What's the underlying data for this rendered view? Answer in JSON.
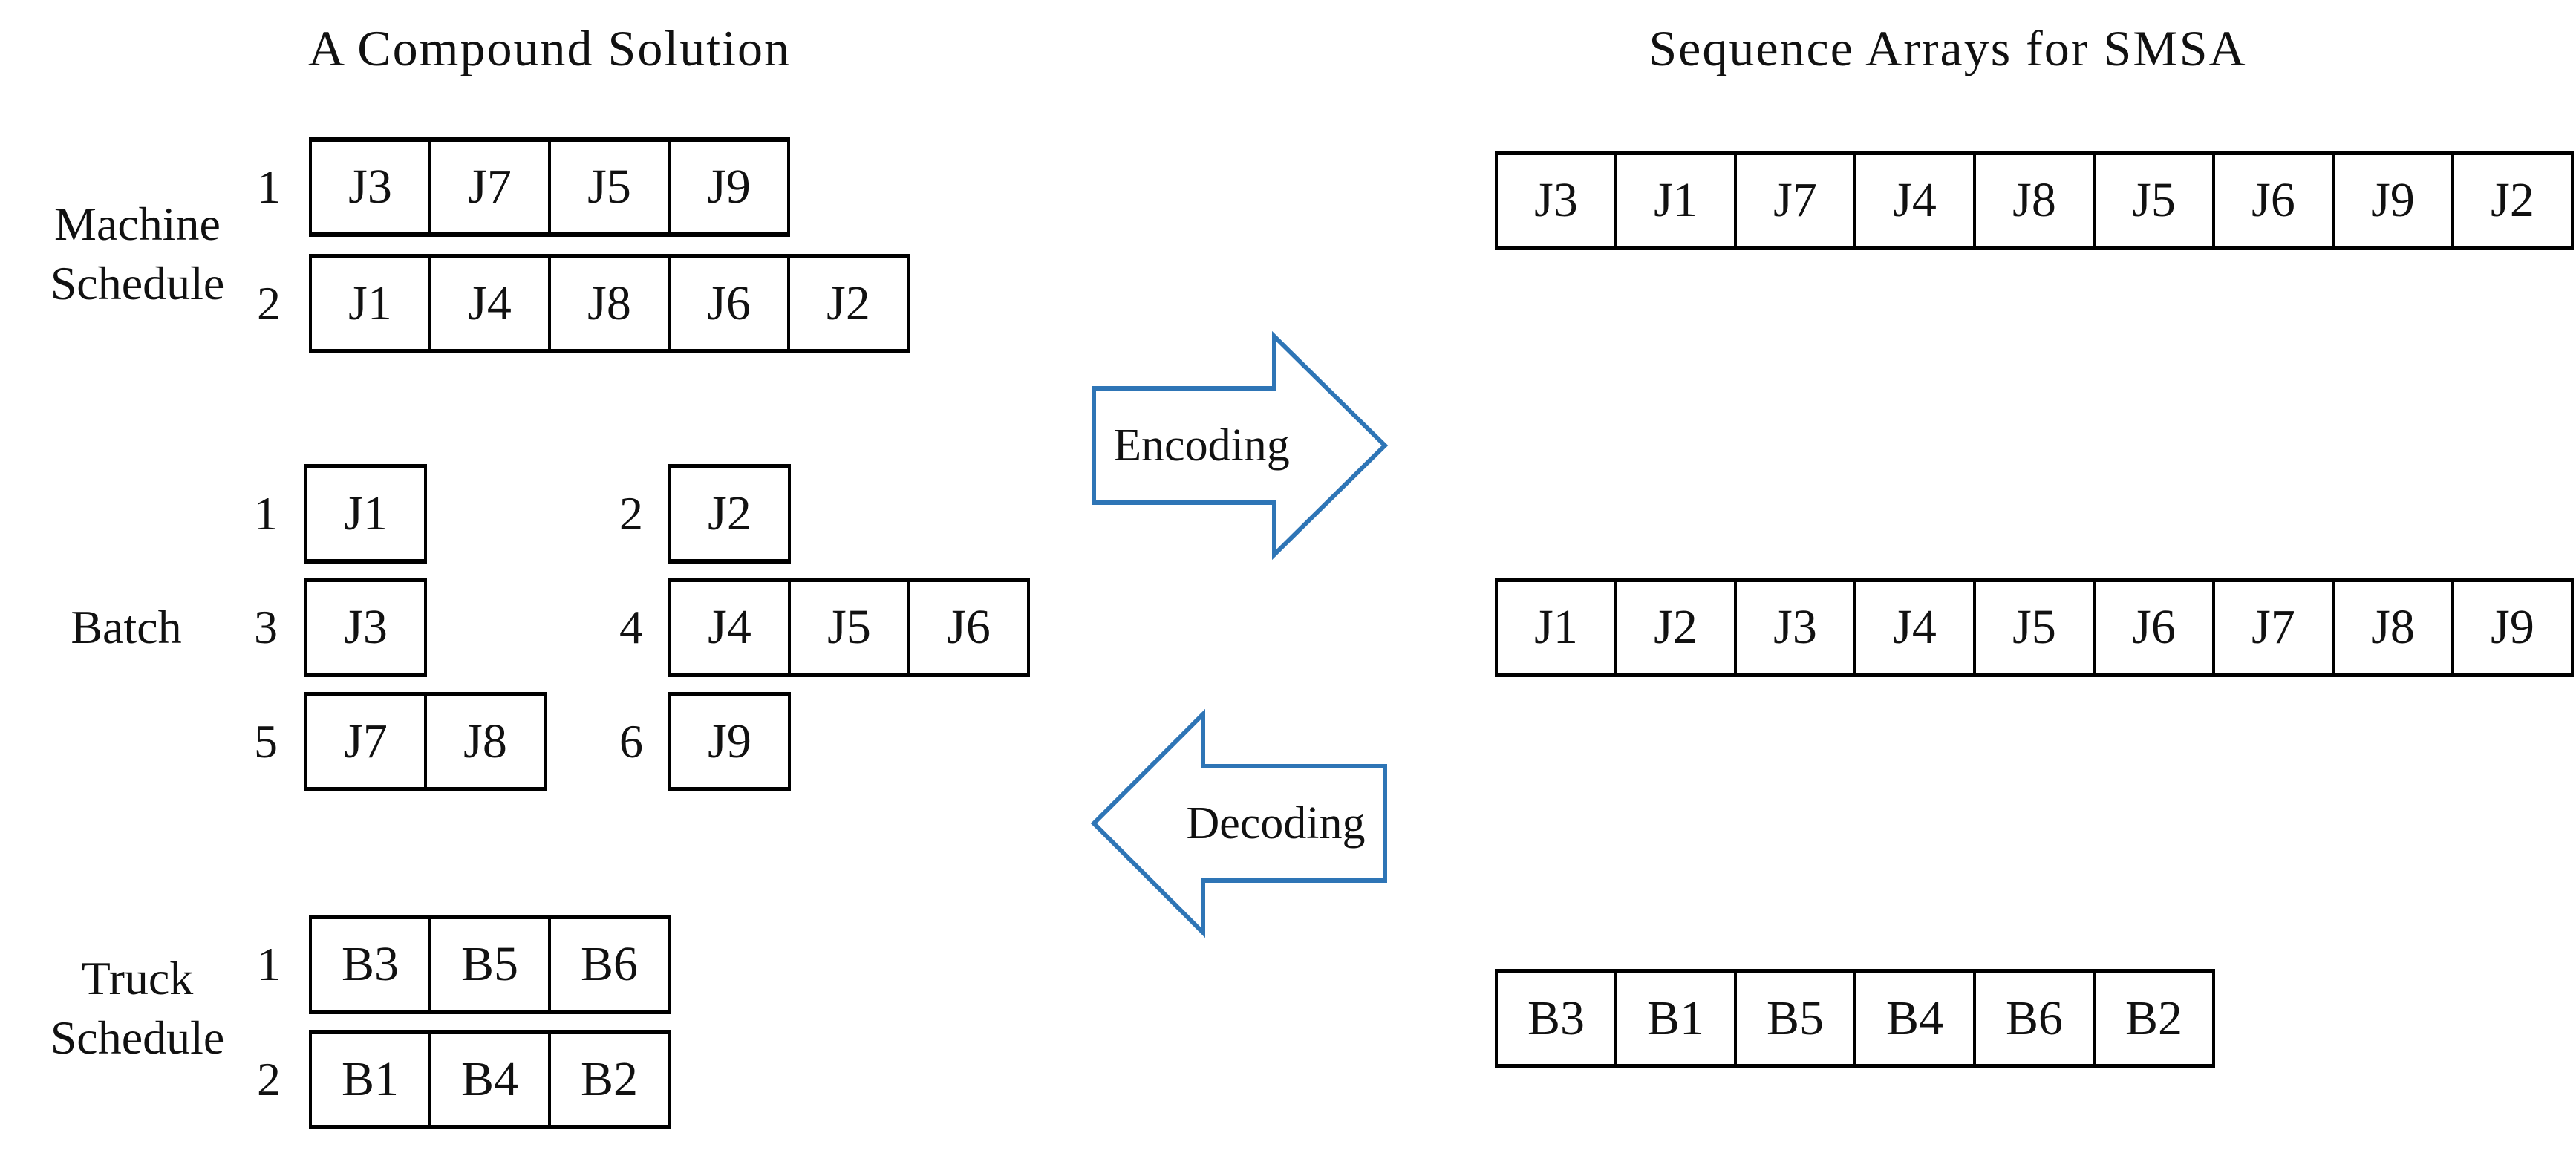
{
  "left": {
    "title": "A Compound Solution",
    "machine_schedule": {
      "label_line1": "Machine",
      "label_line2": "Schedule",
      "rows": [
        {
          "number": "1",
          "cells": [
            "J3",
            "J7",
            "J5",
            "J9"
          ]
        },
        {
          "number": "2",
          "cells": [
            "J1",
            "J4",
            "J8",
            "J6",
            "J2"
          ]
        }
      ]
    },
    "batch": {
      "label": "Batch",
      "groups": [
        {
          "number": "1",
          "cells": [
            "J1"
          ]
        },
        {
          "number": "2",
          "cells": [
            "J2"
          ]
        },
        {
          "number": "3",
          "cells": [
            "J3"
          ]
        },
        {
          "number": "4",
          "cells": [
            "J4",
            "J5",
            "J6"
          ]
        },
        {
          "number": "5",
          "cells": [
            "J7",
            "J8"
          ]
        },
        {
          "number": "6",
          "cells": [
            "J9"
          ]
        }
      ]
    },
    "truck_schedule": {
      "label_line1": "Truck",
      "label_line2": "Schedule",
      "rows": [
        {
          "number": "1",
          "cells": [
            "B3",
            "B5",
            "B6"
          ]
        },
        {
          "number": "2",
          "cells": [
            "B1",
            "B4",
            "B2"
          ]
        }
      ]
    }
  },
  "middle": {
    "encoding_label": "Encoding",
    "decoding_label": "Decoding",
    "arrow_outline_color": "#2E75B6",
    "arrow_fill_color": "#FFFFFF"
  },
  "right": {
    "title": "Sequence Arrays for SMSA",
    "arrays": [
      {
        "cells": [
          "J3",
          "J1",
          "J7",
          "J4",
          "J8",
          "J5",
          "J6",
          "J9",
          "J2"
        ]
      },
      {
        "cells": [
          "J1",
          "J2",
          "J3",
          "J4",
          "J5",
          "J6",
          "J7",
          "J8",
          "J9"
        ]
      },
      {
        "cells": [
          "B3",
          "B1",
          "B5",
          "B4",
          "B6",
          "B2"
        ]
      }
    ]
  }
}
